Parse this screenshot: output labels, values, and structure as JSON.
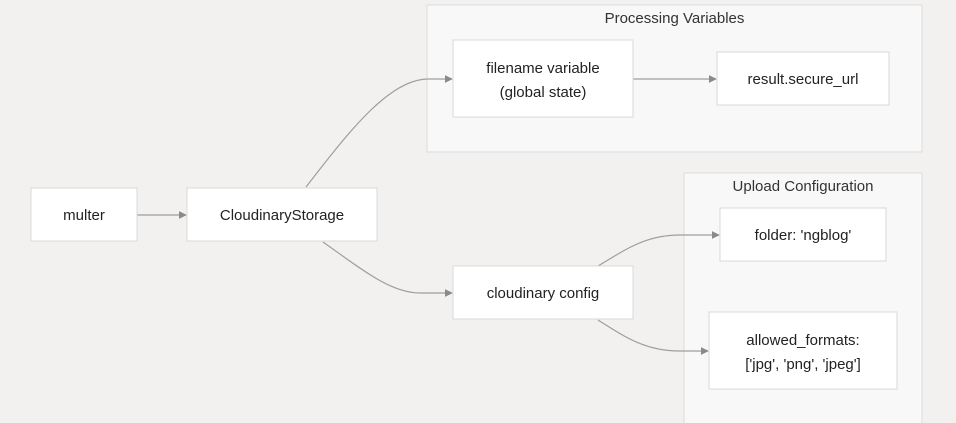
{
  "diagram": {
    "clusters": {
      "processing": {
        "title": "Processing Variables"
      },
      "upload": {
        "title": "Upload Configuration"
      }
    },
    "nodes": {
      "multer": {
        "lines": [
          "multer"
        ]
      },
      "cloudinary_storage": {
        "lines": [
          "CloudinaryStorage"
        ]
      },
      "filename_variable": {
        "lines": [
          "filename variable",
          "(global state)"
        ]
      },
      "result_secure_url": {
        "lines": [
          "result.secure_url"
        ]
      },
      "cloudinary_config": {
        "lines": [
          "cloudinary config"
        ]
      },
      "folder": {
        "lines": [
          "folder: 'ngblog'"
        ]
      },
      "allowed_formats": {
        "lines": [
          "allowed_formats:",
          "['jpg', 'png', 'jpeg']"
        ]
      }
    },
    "edges": [
      {
        "from": "multer",
        "to": "cloudinary_storage"
      },
      {
        "from": "cloudinary_storage",
        "to": "filename_variable"
      },
      {
        "from": "filename_variable",
        "to": "result_secure_url"
      },
      {
        "from": "cloudinary_storage",
        "to": "cloudinary_config"
      },
      {
        "from": "cloudinary_config",
        "to": "folder"
      },
      {
        "from": "cloudinary_config",
        "to": "allowed_formats"
      }
    ],
    "colors": {
      "background": "#f2f1f0",
      "cluster_fill": "#f8f8f8",
      "node_fill": "#ffffff",
      "edge": "#9e9e9e"
    }
  }
}
